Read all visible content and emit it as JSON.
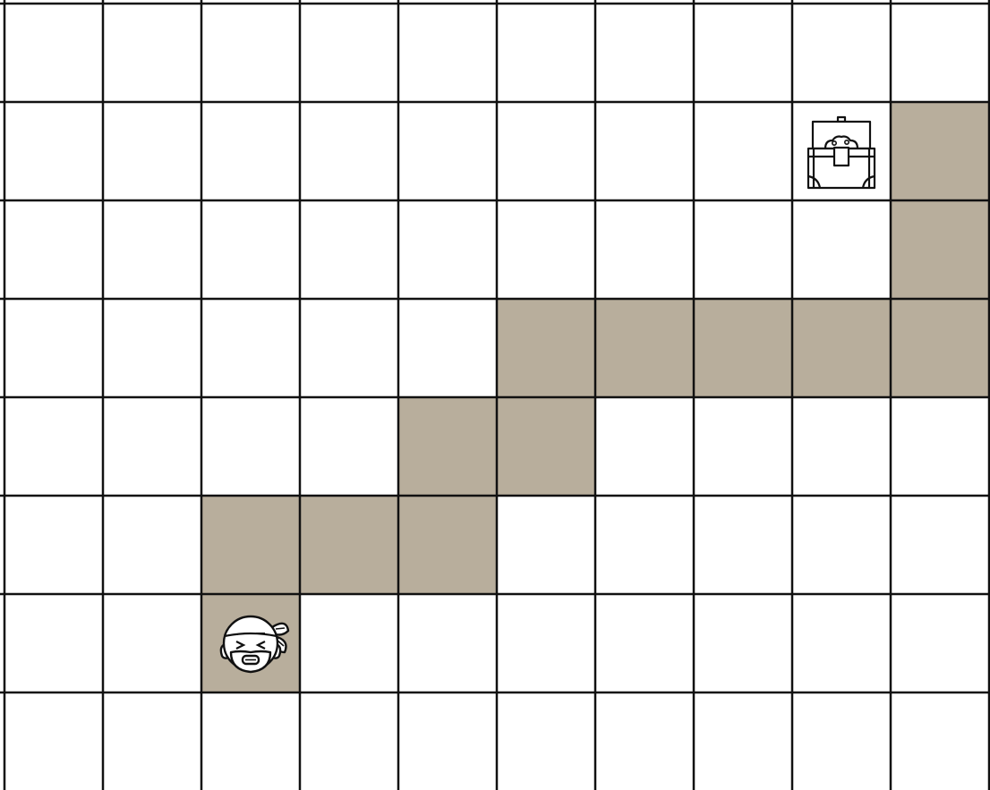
{
  "grid": {
    "rows": 8,
    "cols": 10
  },
  "colors": {
    "background": "#ffffff",
    "path": "#b8ae9c",
    "grid_line": "#111111",
    "icon_stroke": "#111111",
    "icon_fill": "#ffffff"
  },
  "path_cells": [
    [
      1,
      9
    ],
    [
      2,
      9
    ],
    [
      3,
      5
    ],
    [
      3,
      6
    ],
    [
      3,
      7
    ],
    [
      3,
      8
    ],
    [
      3,
      9
    ],
    [
      4,
      4
    ],
    [
      4,
      5
    ],
    [
      5,
      2
    ],
    [
      5,
      3
    ],
    [
      5,
      4
    ],
    [
      6,
      2
    ]
  ],
  "pieces": [
    {
      "name": "treasure-chest-icon",
      "row": 1,
      "col": 8
    },
    {
      "name": "pirate-icon",
      "row": 6,
      "col": 2
    }
  ]
}
